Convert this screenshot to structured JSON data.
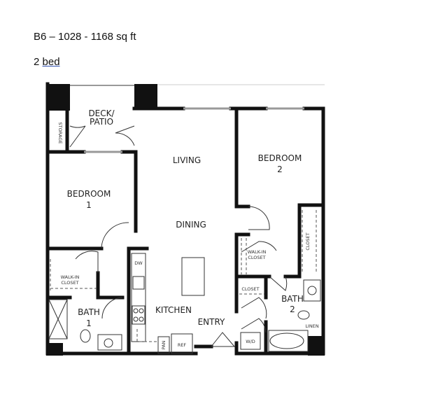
{
  "header": {
    "title": "B6 – 1028 - 1168 sq ft",
    "beds_prefix": "2 ",
    "beds_link": "bed"
  },
  "plan": {
    "deck": "DECK/",
    "patio": "PATIO",
    "storage": "STORAGE",
    "living": "LIVING",
    "bedroom2_a": "BEDROOM",
    "bedroom2_b": "2",
    "bedroom1_a": "BEDROOM",
    "bedroom1_b": "1",
    "dining": "DINING",
    "walkin1_a": "WALK-IN",
    "walkin1_b": "CLOSET",
    "walkin2_a": "WALK-IN",
    "walkin2_b": "CLOSET",
    "closet_bed2": "CLOSET",
    "closet": "CLOSET",
    "dw": "DW",
    "bath1_a": "BATH",
    "bath1_b": "1",
    "kitchen": "KITCHEN",
    "entry": "ENTRY",
    "bath2_a": "BATH",
    "bath2_b": "2",
    "linen": "LINEN",
    "wd": "W/D",
    "pan": "PAN",
    "ref": "REF"
  }
}
